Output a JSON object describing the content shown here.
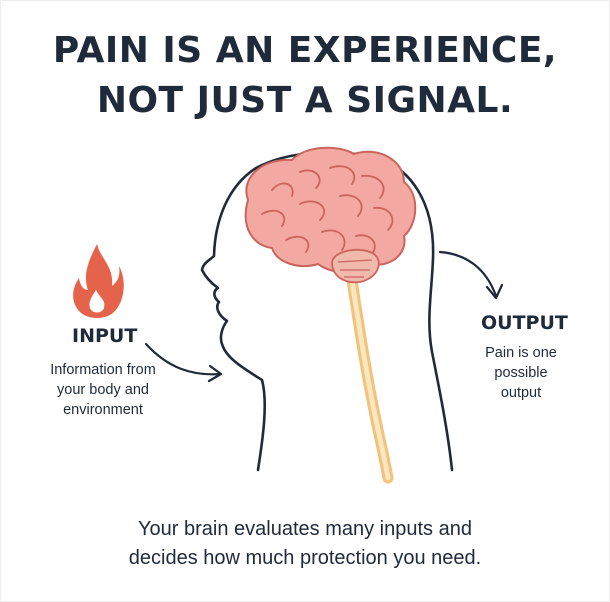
{
  "title": {
    "line1": "PAIN IS AN EXPERIENCE,",
    "line2": "NOT JUST A SIGNAL."
  },
  "input": {
    "heading": "INPUT",
    "lines": [
      "Information from",
      "your body and",
      "environment"
    ],
    "icon": "flame-icon"
  },
  "output": {
    "heading": "OUTPUT",
    "lines": [
      "Pain is one",
      "possible",
      "output"
    ]
  },
  "caption": {
    "line1": "Your brain evaluates many inputs and",
    "line2": "decides how much protection you need."
  },
  "colors": {
    "text": "#1f2a3a",
    "flame": "#e4634a",
    "brain": "#f3a8a1",
    "spine": "#f6d39a",
    "outline": "#1f2a3a"
  }
}
